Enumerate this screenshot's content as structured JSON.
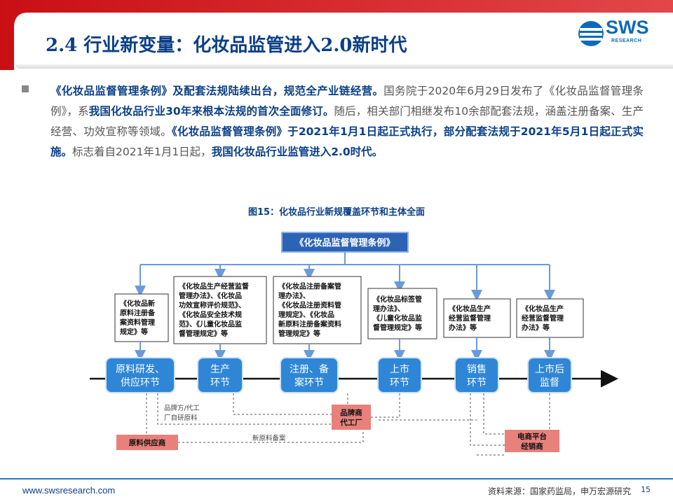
{
  "header": {
    "title": "2.4 行业新变量：化妆品监管进入2.0新时代",
    "logo": {
      "text": "SWS",
      "sub": "RESEARCH"
    }
  },
  "paragraph": {
    "p1_bold": "《化妆品监督管理条例》及配套法规陆续出台，规范全产业链经营。",
    "p2": "国务院于2020年6月29日发布了《化妆品监督管理条例》，系",
    "p3_bold": "我国化妆品行业30年来根本法规的首次全面修订。",
    "p4": "随后，相关部门相继发布10余部配套法规，涵盖注册备案、生产经营、功效宣称等领域。",
    "p5_bold": "《化妆品监督管理条例》于2021年1月1日起正式执行，部分配套法规于2021年5月1日起正式实施。",
    "p6": "标志着自2021年1月1日起，",
    "p7_bold": "我国化妆品行业监管进入2.0时代。"
  },
  "figure": {
    "caption": "图15：化妆品行业新规覆盖环节和主体全面",
    "top_regulation": "《化妆品监督管理条例》",
    "regulation_boxes": [
      {
        "lines": [
          "《化妆品新",
          "原料注册备",
          "案资料管理",
          "规定》等"
        ]
      },
      {
        "lines": [
          "《化妆品生产经营监督",
          "管理办法》、《化妆品",
          "功效宣称评价规范》、",
          "《化妆品安全技术规",
          "范》、《儿童化妆品监",
          "督管理规定》等"
        ]
      },
      {
        "lines": [
          "《化妆品注册备案管",
          "理办法》、",
          "《化妆品注册资料管",
          "理规定》、《化妆品",
          "新原料注册备案资料",
          "管理规定》等"
        ]
      },
      {
        "lines": [
          "《化妆品标签管",
          "理办法》、",
          "《儿童化妆品监",
          "督管理规定》等"
        ]
      },
      {
        "lines": [
          "《化妆品生产",
          "经营监督管理",
          "办法》等"
        ]
      },
      {
        "lines": [
          "《化妆品生产",
          "经营监督管理",
          "办法》等"
        ]
      }
    ],
    "stages": [
      {
        "lines": [
          "原料研发、",
          "供应环节"
        ]
      },
      {
        "lines": [
          "生产",
          "环节"
        ]
      },
      {
        "lines": [
          "注册、备",
          "案环节"
        ]
      },
      {
        "lines": [
          "上市",
          "环节"
        ]
      },
      {
        "lines": [
          "销售",
          "环节"
        ]
      },
      {
        "lines": [
          "上市后",
          "监督"
        ]
      }
    ],
    "entities": {
      "brand_factory": [
        "品牌方/代工",
        "厂自研原料"
      ],
      "brand_oem": [
        "品牌商",
        "代工厂"
      ],
      "raw_supplier": "原料供应商",
      "new_material_filing": "新原料备案",
      "ecommerce": [
        "电商平台",
        "经销商"
      ]
    },
    "colors": {
      "stage_blue": "#2f86d6",
      "red_box": "#e8807b",
      "line_blue": "#6a9bd8",
      "top_box": "#2d63b5"
    }
  },
  "footer": {
    "website": "www.swsresearch.com",
    "source": "资料来源：国家药监局，申万宏源研究",
    "page": "15"
  }
}
